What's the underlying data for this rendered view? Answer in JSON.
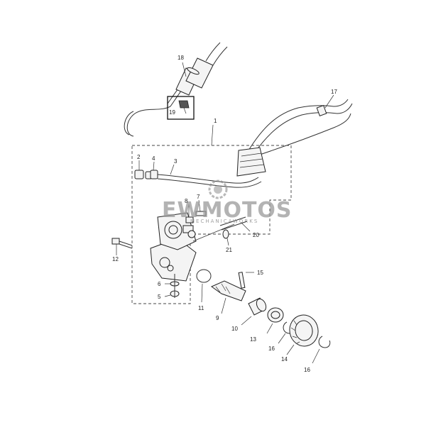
{
  "labels": [
    {
      "id": "18",
      "text": "18"
    },
    {
      "id": "19",
      "text": "19"
    },
    {
      "id": "17",
      "text": "17"
    },
    {
      "id": "1",
      "text": "1"
    },
    {
      "id": "2",
      "text": "2"
    },
    {
      "id": "4",
      "text": "4"
    },
    {
      "id": "3",
      "text": "3"
    },
    {
      "id": "7",
      "text": "7"
    },
    {
      "id": "8",
      "text": "8"
    },
    {
      "id": "20",
      "text": "20"
    },
    {
      "id": "21",
      "text": "21"
    },
    {
      "id": "12",
      "text": "12"
    },
    {
      "id": "15",
      "text": "15"
    },
    {
      "id": "6",
      "text": "6"
    },
    {
      "id": "5",
      "text": "5"
    },
    {
      "id": "11",
      "text": "11"
    },
    {
      "id": "9",
      "text": "9"
    },
    {
      "id": "10",
      "text": "10"
    },
    {
      "id": "13",
      "text": "13"
    },
    {
      "id": "16a",
      "text": "16"
    },
    {
      "id": "14",
      "text": "14"
    },
    {
      "id": "16b",
      "text": "16"
    }
  ],
  "watermark": {
    "brand": "EWMOTOS",
    "tagline": "MECHANICAWORKS"
  },
  "colors": {
    "line": "#333333",
    "watermark": "#9a9a9a",
    "background": "#ffffff"
  }
}
